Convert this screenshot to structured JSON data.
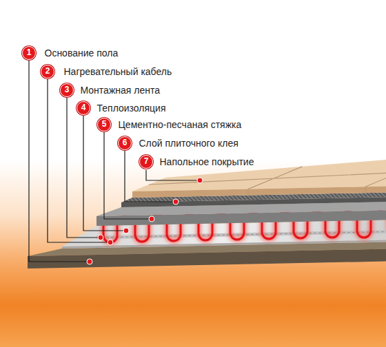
{
  "diagram": {
    "nodes": [
      {
        "text": [
          "1",
          "Основание пола"
        ]
      },
      {
        "text": [
          "2",
          "Нагревательный кабель"
        ]
      },
      {
        "text": [
          "3",
          "Монтажная лента"
        ]
      },
      {
        "text": [
          "4",
          "Теплоизоляция"
        ]
      },
      {
        "text": [
          "5",
          "Цементно-песчаная стяжка"
        ]
      },
      {
        "text": [
          "6",
          "Слой плиточного клея"
        ]
      },
      {
        "text": [
          "7",
          "Напольное покрытие"
        ]
      }
    ]
  }
}
